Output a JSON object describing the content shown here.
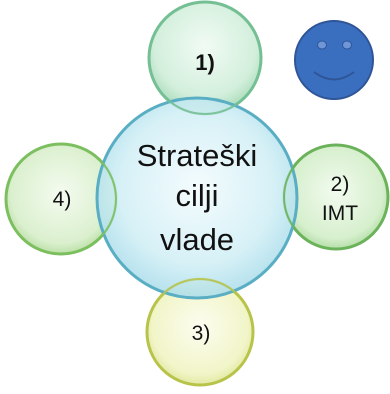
{
  "diagram": {
    "center": {
      "lines": [
        "Strateški",
        "cilji",
        "vlade"
      ]
    },
    "top": {
      "label": "1)"
    },
    "right": {
      "lines": [
        "2)",
        "IMT"
      ]
    },
    "bottom": {
      "label": "3)"
    },
    "left": {
      "label": "4)"
    }
  },
  "smiley": {
    "icon": "smiley-face-icon",
    "color": "#3a6fc0"
  },
  "colors": {
    "center_fill": "#bfe6ef",
    "center_stroke": "#5aaec4",
    "top_fill": "#c9ead3",
    "top_stroke": "#74bf93",
    "right_fill": "#cdebc2",
    "right_stroke": "#6bb35a",
    "bottom_fill": "#eef2b8",
    "bottom_stroke": "#b8c34a",
    "left_fill": "#d4edc2",
    "left_stroke": "#7cbf5f",
    "smiley_stroke": "#2f5597"
  }
}
